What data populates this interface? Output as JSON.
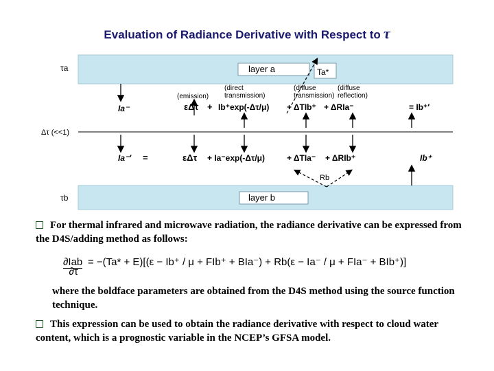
{
  "title": {
    "text": "Evaluation of Radiance Derivative with Respect to",
    "symbol": "τ"
  },
  "diagram": {
    "layer_a": "layer a",
    "layer_b": "layer b",
    "tau_a": "τa",
    "tau_b": "τb",
    "delta_tau": "Δτ (<<1)",
    "Ta": "Ta*",
    "Rb": "Rb",
    "labels": {
      "emission": "(emission)",
      "direct": "(direct",
      "direct2": "transmission)",
      "diffuse_t": "(diffuse",
      "diffuse_t2": "transmission)",
      "diffuse_r": "(diffuse",
      "diffuse_r2": "reflection)"
    },
    "eq1": {
      "Ia_minus": "Ia⁻",
      "e_dtau": "εΔτ",
      "plus1": "+",
      "Ib_exp": "Ib⁺exp(-Δτ/μ)",
      "T_term": "+ ΔTIb⁺",
      "R_term": "+ ΔRIa⁻",
      "result": "= Ib⁺′"
    },
    "eq2": {
      "Ia_prime": "Ia⁻′",
      "eq": "=",
      "e_dtau": "εΔτ",
      "Ia_exp": "+ Ia⁻exp(-Δτ/μ)",
      "T_term": "+ ΔTIa⁻",
      "R_term": "+ ΔRIb⁺",
      "result": "Ib⁺"
    },
    "colors": {
      "layer_fill": "#c8e6f0",
      "layer_border": "#a6c8d8"
    }
  },
  "bullets": [
    "For thermal infrared and microwave radiation, the radiance derivative can be expressed from the D4S/adding method as follows:",
    "This expression can be used to obtain the radiance derivative with respect to cloud water content, which is a prognostic variable in the NCEP’s GFSA model."
  ],
  "note": "where the boldface parameters are obtained from the D4S method using the source function technique.",
  "formula": {
    "lhs_num": "∂Iab",
    "lhs_den": "∂τ",
    "rhs": "= −(Ta* + E)[(ε − Ib⁺ / μ + FIb⁺ + BIa⁻) + Rb(ε − Ia⁻ / μ + FIa⁻ + BIb⁺)]"
  }
}
